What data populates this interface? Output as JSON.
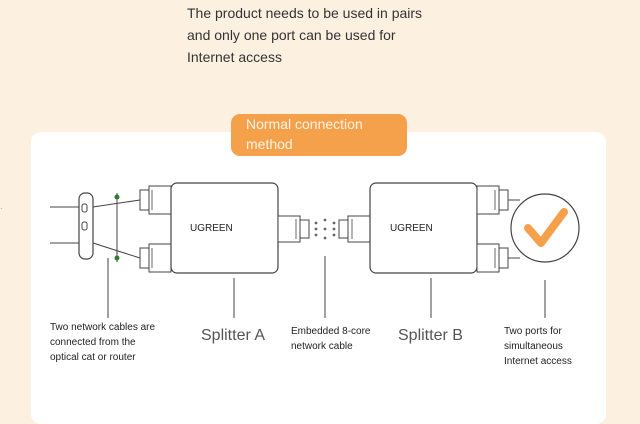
{
  "intro": {
    "lines": [
      "The product needs to be used in pairs",
      "and only one port can be used for",
      "Internet access"
    ]
  },
  "section": {
    "pill_lines": [
      "Normal connection",
      "method"
    ]
  },
  "splitters": {
    "a": {
      "brand": "UGREEN",
      "label": "Splitter A"
    },
    "b": {
      "brand": "UGREEN",
      "label": "Splitter B"
    }
  },
  "annotations": {
    "left": [
      "Two network cables are",
      "connected from the",
      "optical cat or router"
    ],
    "middle": [
      "Embedded 8-core",
      "network cable"
    ],
    "right": [
      "Two ports for",
      "simultaneous",
      "Internet access"
    ]
  },
  "colors": {
    "background": "#fcf0e1",
    "accent": "#f5a04a",
    "check": "#f5a04a",
    "link_dot": "#2e7d32"
  },
  "icons": [
    "checkmark-icon",
    "rj45-plug-icon",
    "wall-socket-icon"
  ]
}
